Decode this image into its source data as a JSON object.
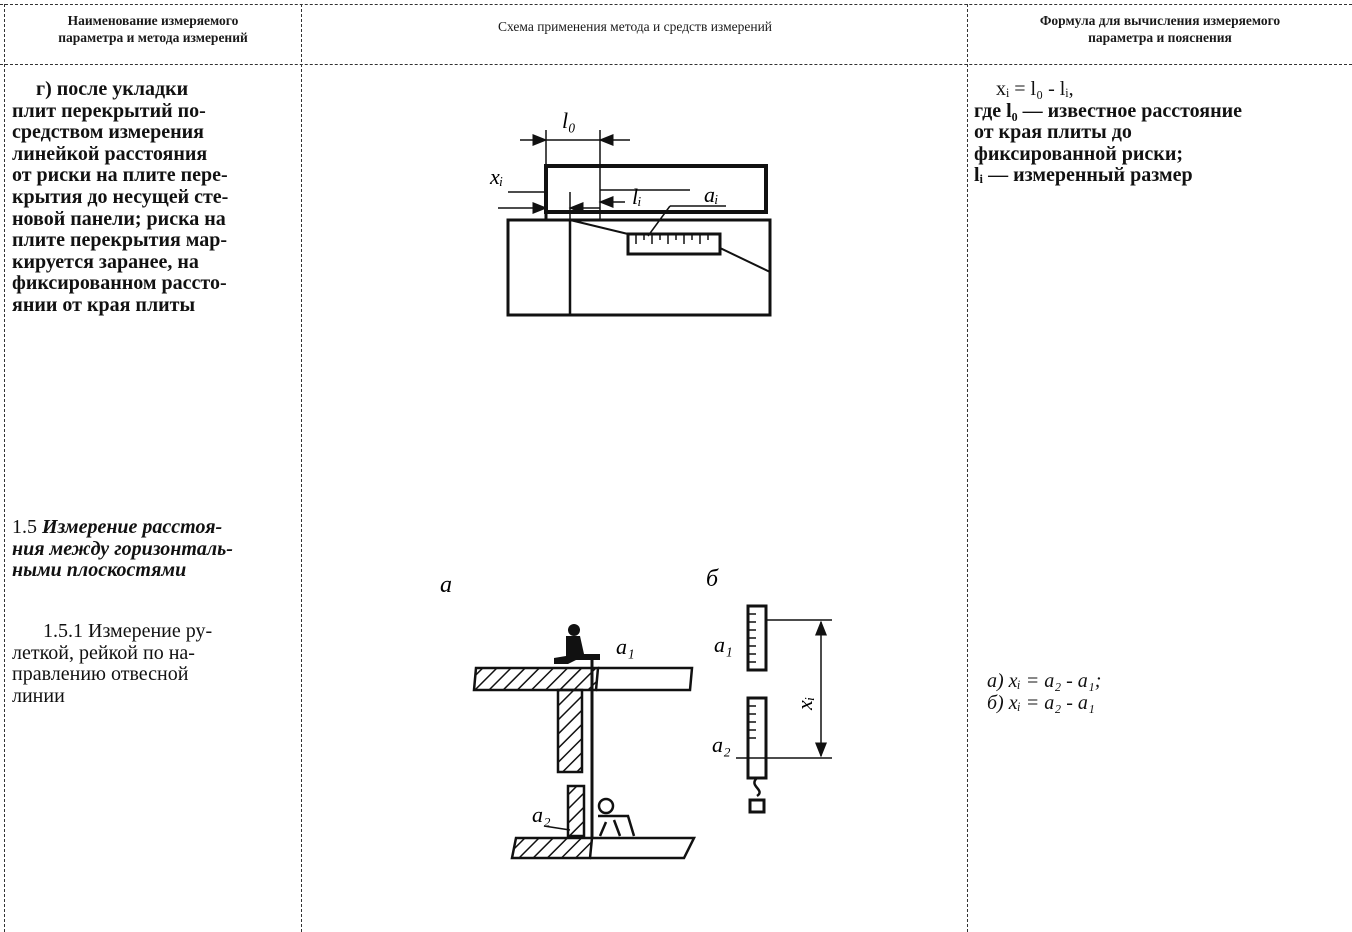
{
  "header": {
    "col1": [
      "Наименование измеряемого",
      "параметра и метода измерений"
    ],
    "col2": "Схема применения метода и средств измерений",
    "col3": [
      "Формула для вычисления измеряемого",
      "параметра и пояснения"
    ]
  },
  "row_g": {
    "description": [
      "г) после укладки",
      "плит перекрытий по-",
      "средством измерения",
      "линейкой расстояния",
      "от риски на плите пере-",
      "крытия до несущей сте-",
      "новой панели; риска на",
      "плите перекрытия мар-",
      "кируется заранее, на",
      "фиксированном рассто-",
      "янии от края плиты"
    ],
    "formula": [
      "xᵢ = l₀ - lᵢ,",
      "где l₀ — известное расстояние",
      "от края плиты до",
      "фиксированной риски;",
      "lᵢ — измеренный размер"
    ],
    "diagram_labels": {
      "l0": "l₀",
      "xi": "xᵢ",
      "li": "lᵢ",
      "ai": "aᵢ"
    }
  },
  "row_15": {
    "section_number": "1.5",
    "section_title": [
      "Измерение расстоя-",
      "ния между горизонталь-",
      "ными плоскостями"
    ],
    "method": [
      "1.5.1 Измерение ру-",
      "леткой, рейкой по на-",
      "правлению отвесной",
      "линии"
    ],
    "formula": [
      "а) xᵢ = a₂ - a₁;",
      "б) xᵢ = a₂ - a₁"
    ],
    "diagram_labels": {
      "a": "а",
      "b": "б",
      "a1": "a₁",
      "a2": "a₂",
      "xi": "xᵢ"
    }
  }
}
